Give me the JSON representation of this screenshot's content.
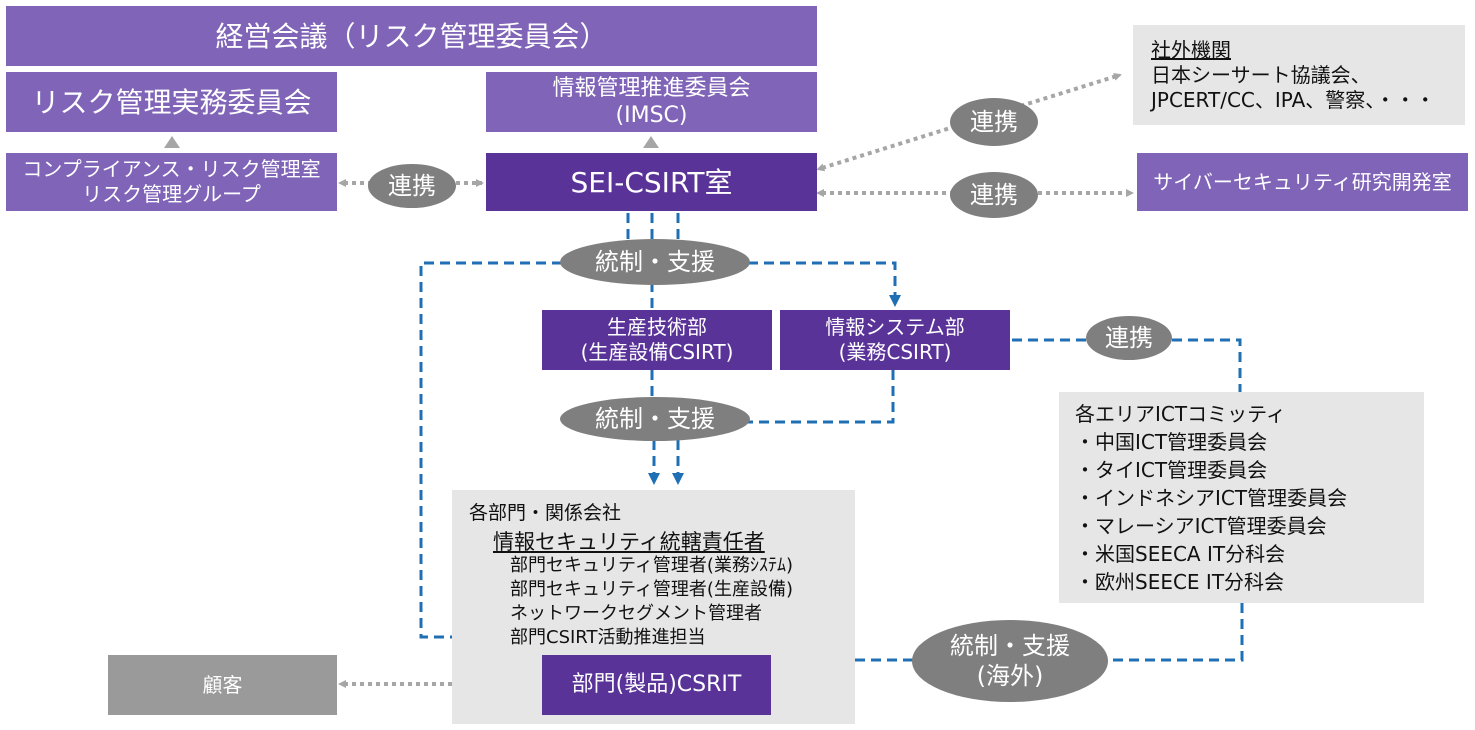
{
  "boxes": {
    "management": "経営会議（リスク管理委員会）",
    "risk_practice": "リスク管理実務委員会",
    "imsc_line1": "情報管理推進委員会",
    "imsc_line2": "(IMSC)",
    "compliance_line1": "コンプライアンス・リスク管理室",
    "compliance_line2": "リスク管理グループ",
    "sei_csirt": "SEI-CSIRT室",
    "cyber_lab": "サイバーセキュリティ研究開発室",
    "production_line1": "生産技術部",
    "production_line2": "(生産設備CSIRT)",
    "info_system_line1": "情報システム部",
    "info_system_line2": "(業務CSIRT)",
    "customer": "顧客",
    "dept_product_csirt": "部門(製品)CSRIT"
  },
  "external": {
    "title": "社外機関",
    "line1": "日本シーサート協議会、",
    "line2": "JPCERT/CC、IPA、警察、・・・"
  },
  "ellipses": {
    "link_left": "連携",
    "link_top_right": "連携",
    "link_mid_right": "連携",
    "control_top": "統制・支援",
    "control_mid": "統制・支援",
    "link_info": "連携",
    "control_overseas_line1": "統制・支援",
    "control_overseas_line2": "(海外)"
  },
  "area_ict": {
    "title": "各エリアICTコミッティ",
    "items": [
      "・中国ICT管理委員会",
      "・タイICT管理委員会",
      "・インドネシアICT管理委員会",
      "・マレーシアICT管理委員会",
      "・米国SEECA IT分科会",
      "・欧州SEECE IT分科会"
    ]
  },
  "departments": {
    "title": "各部門・関係会社",
    "head": "情報セキュリティ統轄責任者",
    "roles": [
      "部門セキュリティ管理者(業務ｼｽﾃﾑ)",
      "部門セキュリティ管理者(生産設備)",
      "ネットワークセグメント管理者",
      "部門CSIRT活動推進担当"
    ]
  },
  "colors": {
    "purple": "#8064b8",
    "dark_purple": "#5a3399",
    "gray_box": "#e6e6e6",
    "ellipse_gray": "#7f7f7f",
    "dashed_blue": "#1f6fb5",
    "dotted_gray": "#a6a6a6"
  }
}
